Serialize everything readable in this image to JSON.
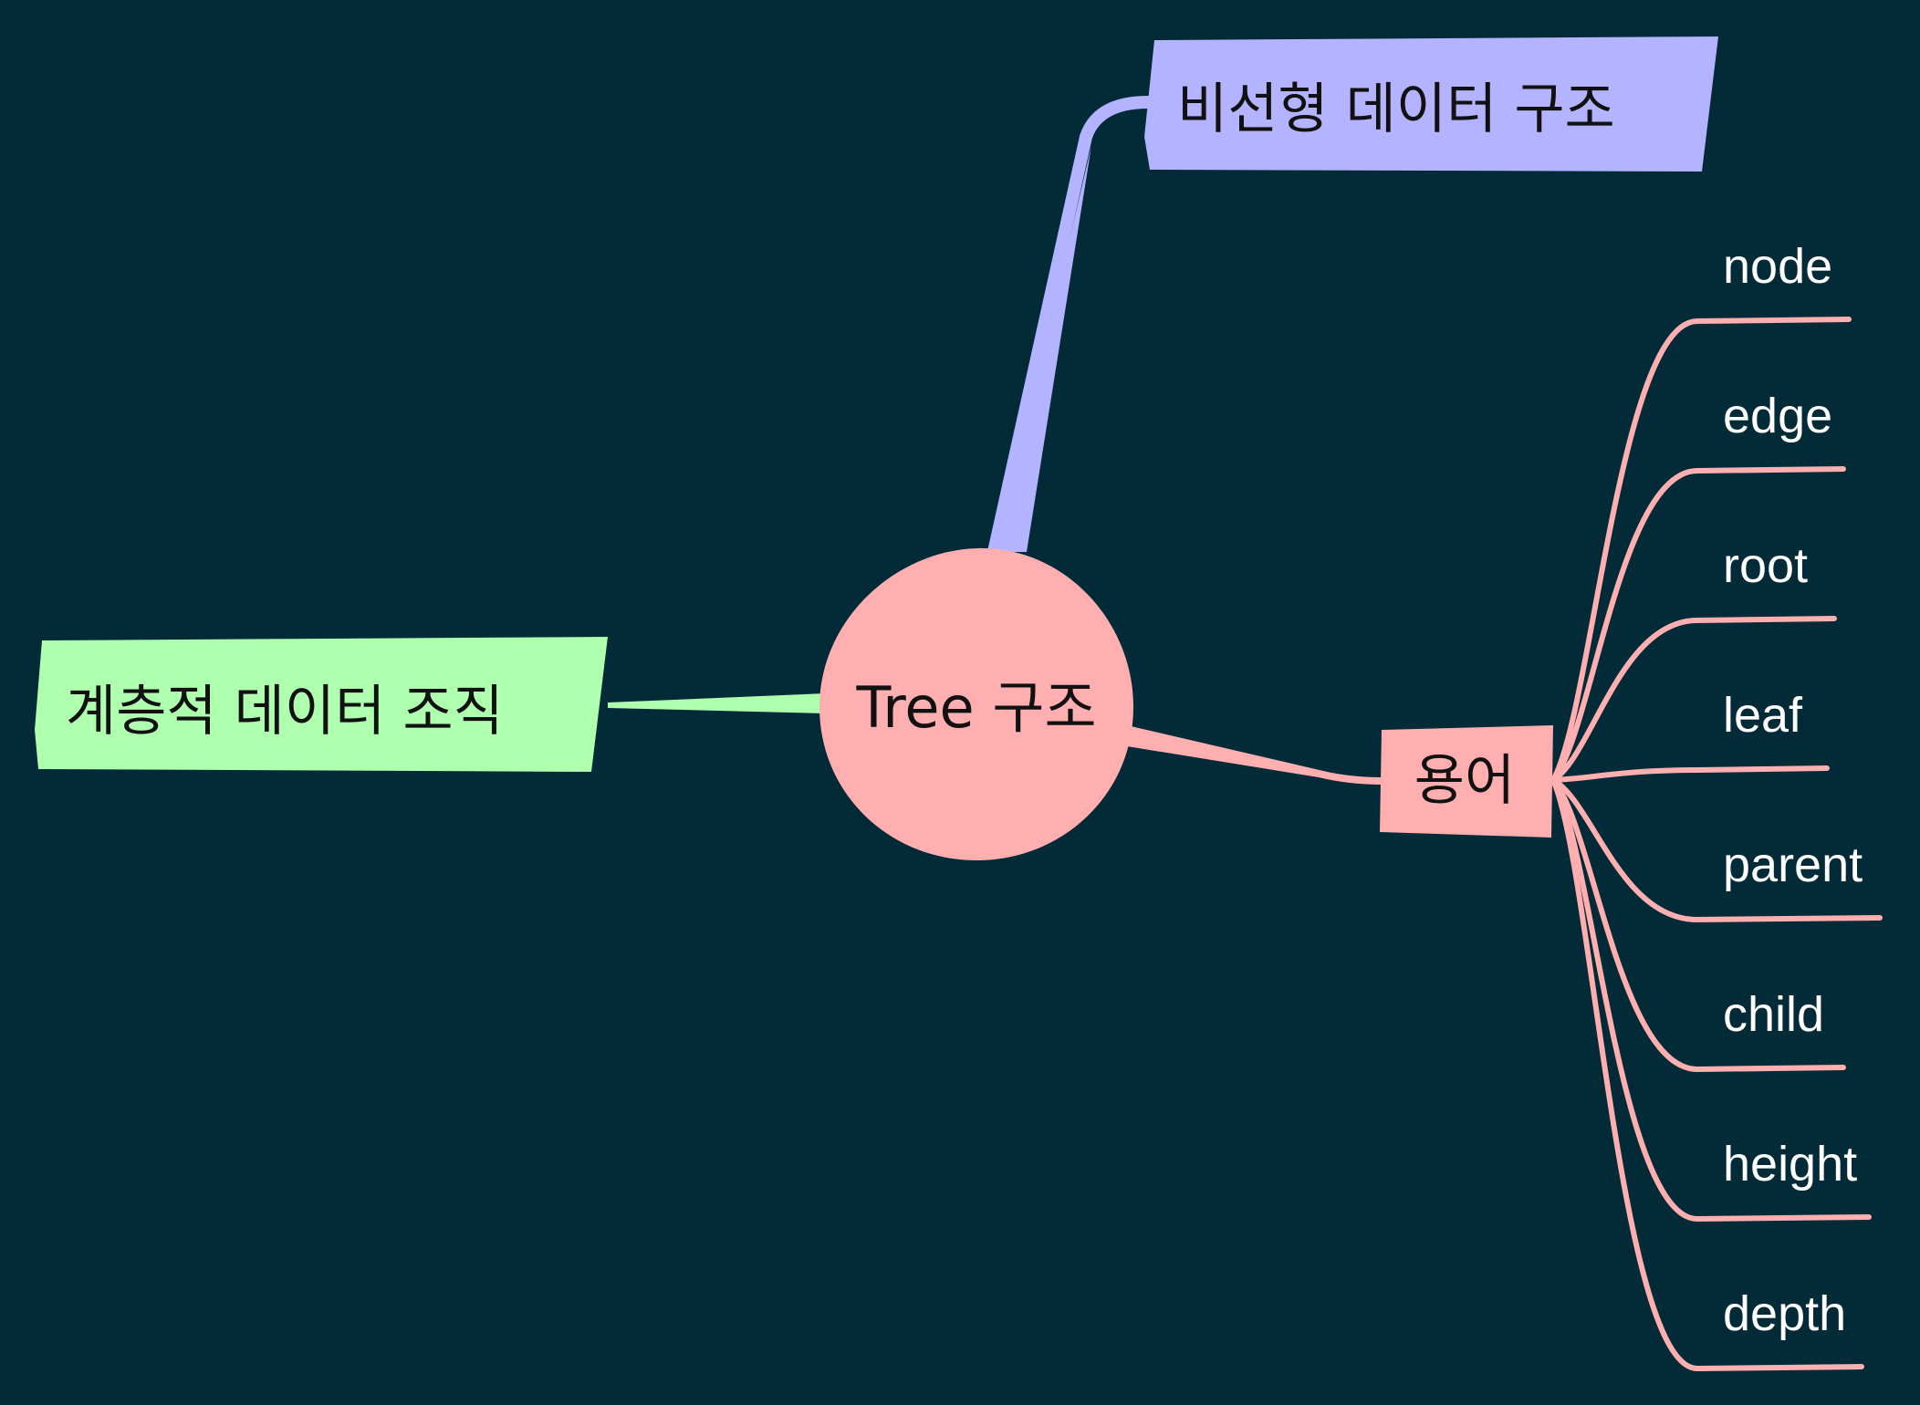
{
  "colors": {
    "background": "#022A37",
    "central": "#FFAFAF",
    "purple_branch": "#B3B3FF",
    "green_branch": "#AEFFAE",
    "terms_branch": "#FFAFAF",
    "leaf_text": "#FFFFFF",
    "node_text": "#111111"
  },
  "mindmap": {
    "center": {
      "label": "Tree 구조"
    },
    "branches": {
      "nonlinear": {
        "label": "비선형 데이터 구조"
      },
      "hierarchy": {
        "label": "계층적 데이터 조직"
      },
      "terms": {
        "label": "용어",
        "children": [
          {
            "label": "node"
          },
          {
            "label": "edge"
          },
          {
            "label": "root"
          },
          {
            "label": "leaf"
          },
          {
            "label": "parent"
          },
          {
            "label": "child"
          },
          {
            "label": "height"
          },
          {
            "label": "depth"
          }
        ]
      }
    }
  }
}
